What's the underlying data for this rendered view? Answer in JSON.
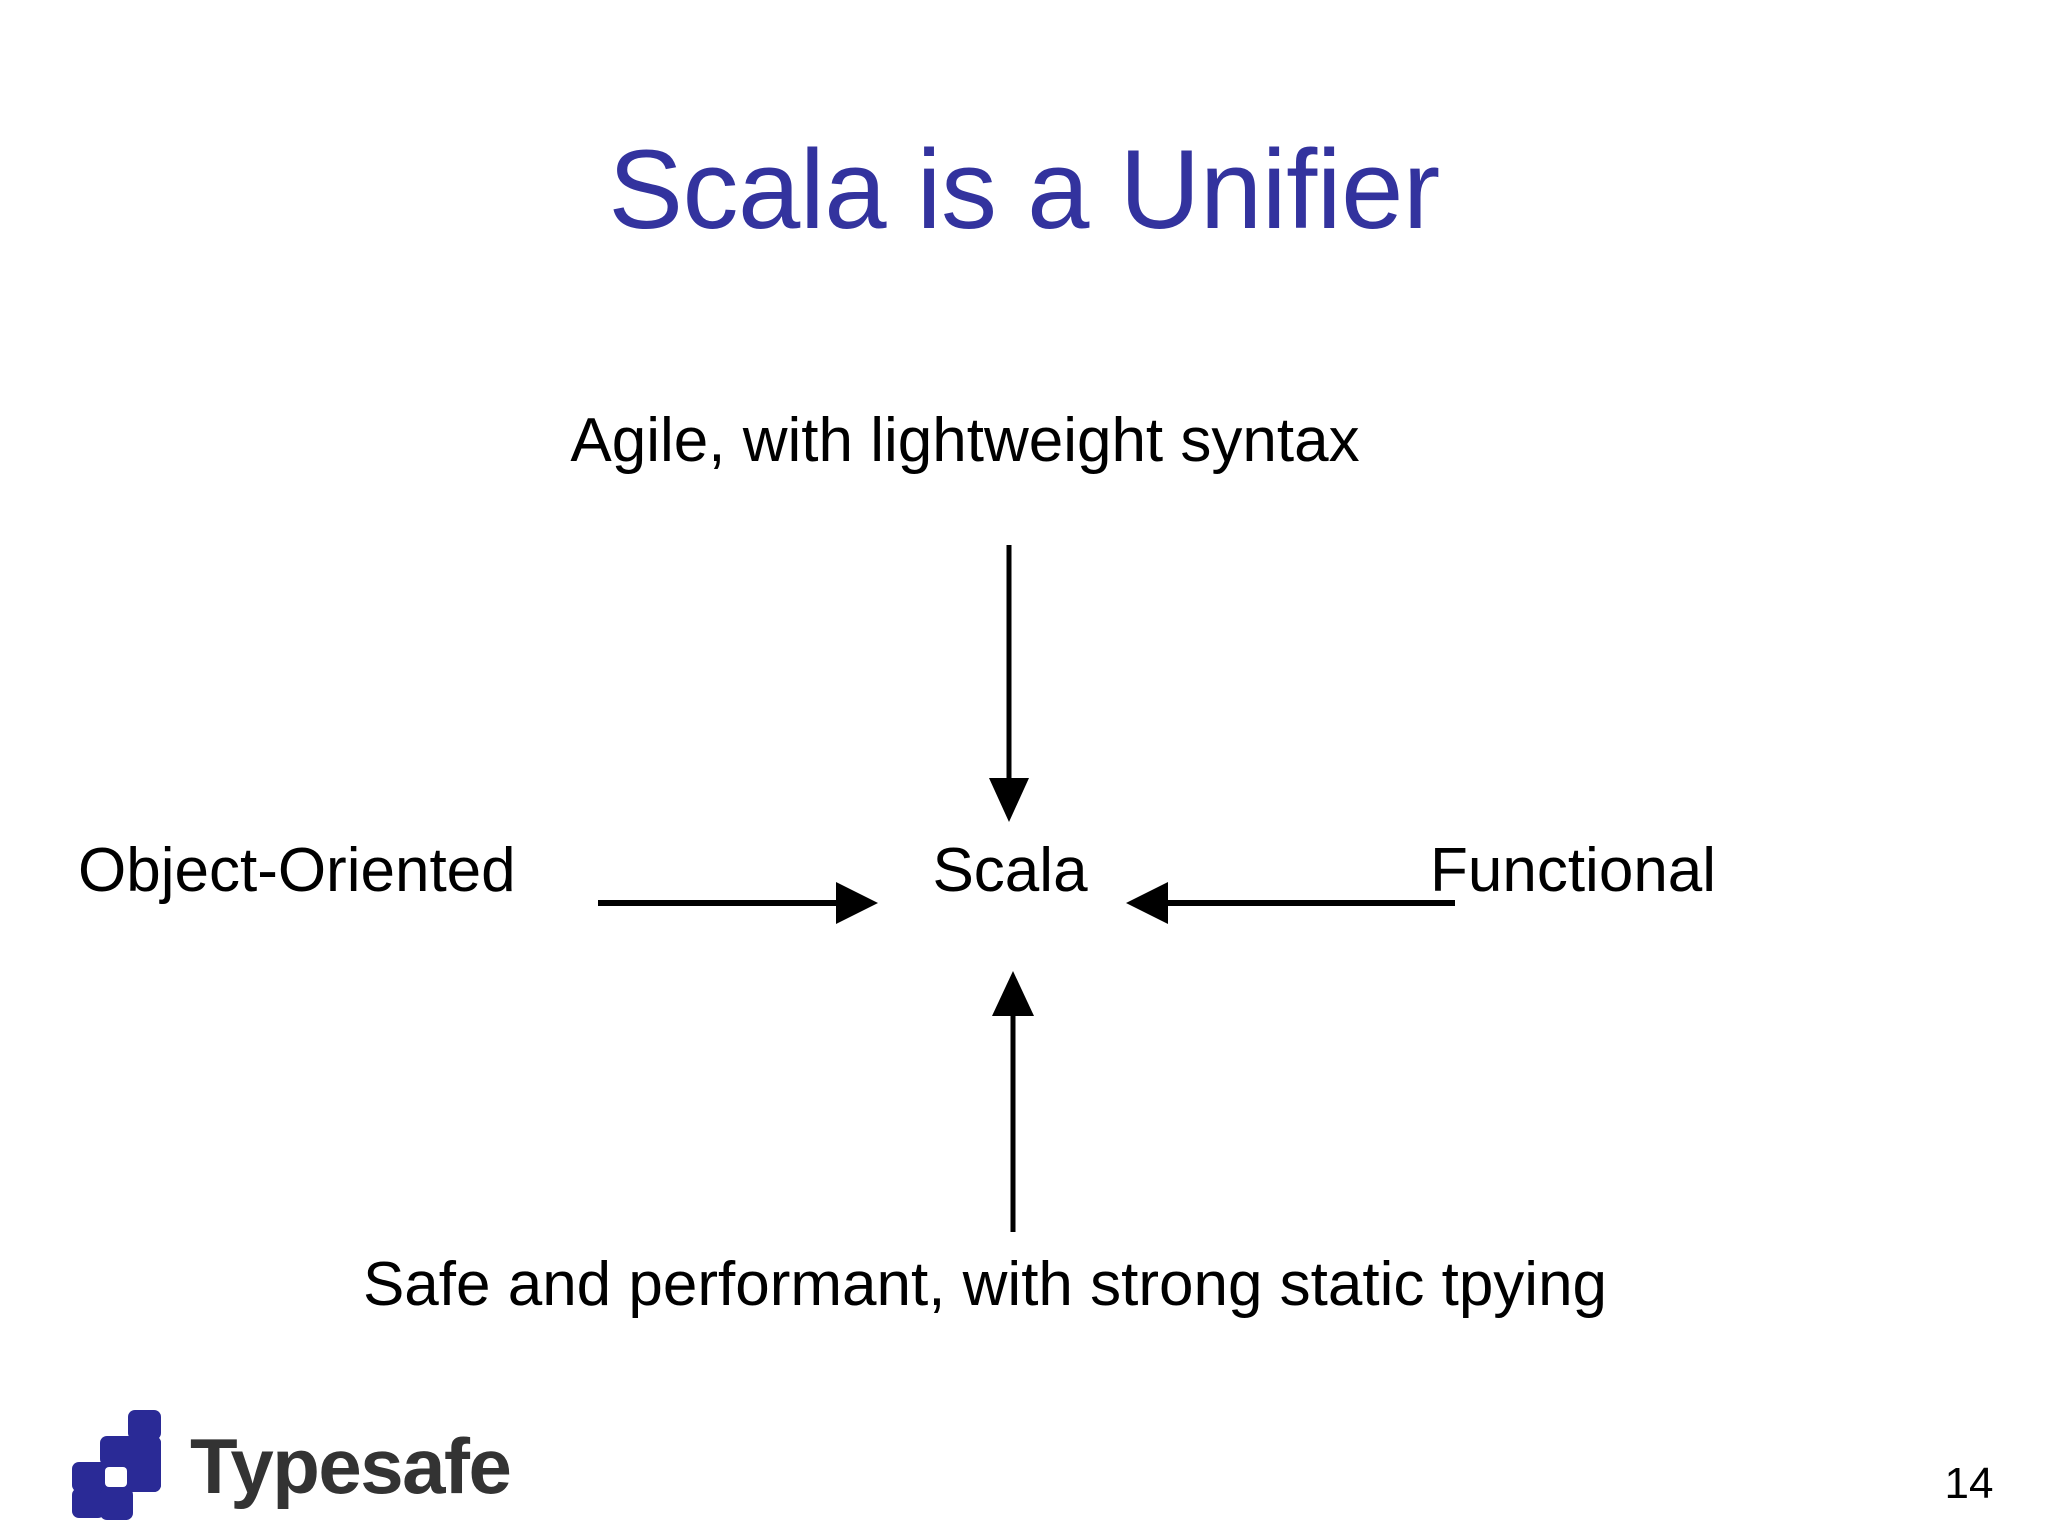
{
  "slide": {
    "title": "Scala is a Unifier",
    "page_number": "14",
    "background_color": "#ffffff",
    "title_color": "#33339e",
    "body_text_color": "#000000"
  },
  "diagram": {
    "type": "convergence-diagram",
    "center_label": "Scala",
    "top_label": "Agile, with lightweight syntax",
    "left_label": "Object-Oriented",
    "right_label": "Functional",
    "bottom_label": "Safe and performant, with strong static tpying",
    "arrows": [
      {
        "name": "arrow-top-down",
        "from": "Agile, with lightweight syntax",
        "to": "Scala",
        "direction": "down"
      },
      {
        "name": "arrow-left-right",
        "from": "Object-Oriented",
        "to": "Scala",
        "direction": "right"
      },
      {
        "name": "arrow-right-left",
        "from": "Functional",
        "to": "Scala",
        "direction": "left"
      },
      {
        "name": "arrow-bottom-up",
        "from": "Safe and performant, with strong static tpying",
        "to": "Scala",
        "direction": "up"
      }
    ],
    "stroke_color": "#000000"
  },
  "footer": {
    "logo_text": "Typesafe",
    "logo_mark_color": "#2a2a96",
    "logo_wordmark_color": "#333333"
  }
}
